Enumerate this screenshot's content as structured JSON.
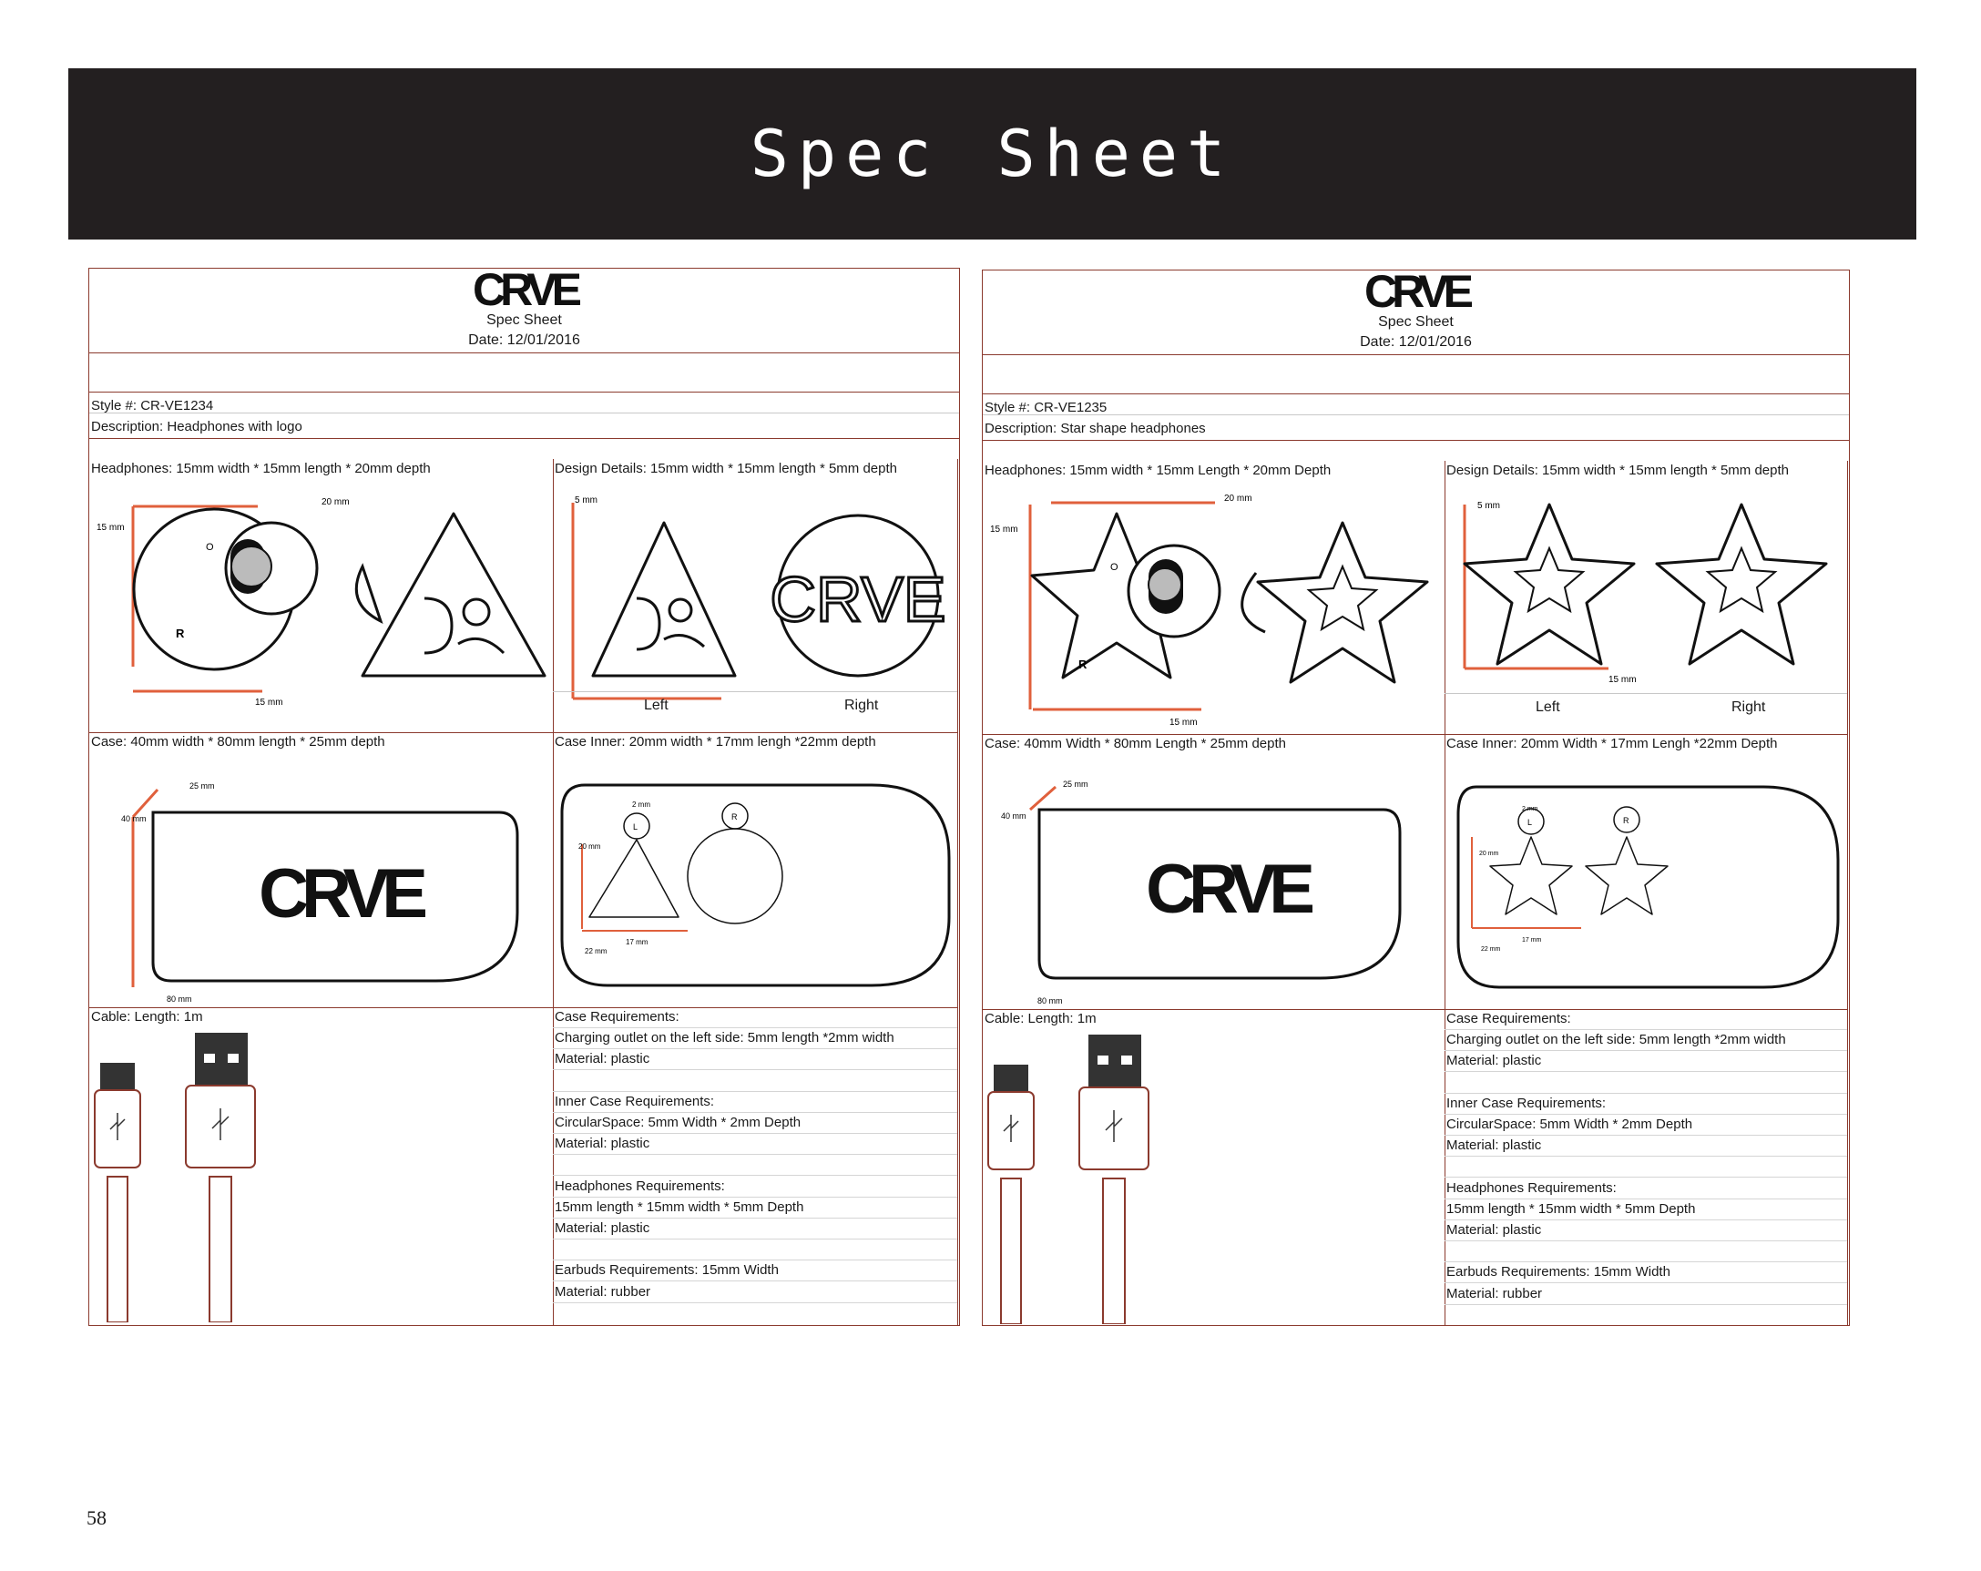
{
  "banner": {
    "title": "Spec Sheet"
  },
  "sheets": [
    {
      "brand": "CRVE",
      "subtitle": "Spec Sheet",
      "date": "Date: 12/01/2016",
      "style": "Style #: CR-VE1234",
      "description": "Description: Headphones with logo",
      "headphones": "Headphones: 15mm width * 15mm length * 20mm depth",
      "design_details": "Design Details: 15mm width * 15mm length * 5mm depth",
      "left_label": "Left",
      "right_label": "Right",
      "case": "Case:  40mm width * 80mm length * 25mm depth",
      "case_inner": "Case Inner: 20mm width * 17mm lengh *22mm depth",
      "cable": "Cable: Length: 1m",
      "dims": {
        "w20": "20 mm",
        "h15": "15 mm",
        "b15": "15 mm",
        "d5": "5 mm",
        "d40": "40 mm",
        "d80": "80 mm",
        "d25": "25 mm",
        "i2": "2 mm",
        "i20": "20 mm",
        "i17": "17 mm",
        "i22": "22 mm"
      },
      "ear_labels": {
        "o": "O",
        "r": "R",
        "l": "L"
      },
      "requirements": [
        "Case Requirements:",
        "Charging outlet on the left side: 5mm length *2mm width",
        "Material: plastic",
        "",
        "Inner Case Requirements:",
        "CircularSpace: 5mm Width * 2mm Depth",
        "Material: plastic",
        "",
        "Headphones Requirements:",
        "15mm length * 15mm width * 5mm Depth",
        "Material: plastic",
        "",
        "Earbuds Requirements: 15mm Width",
        "Material: rubber"
      ]
    },
    {
      "brand": "CRVE",
      "subtitle": "Spec Sheet",
      "date": "Date: 12/01/2016",
      "style": "Style #: CR-VE1235",
      "description": "Description: Star shape headphones",
      "headphones": "Headphones: 15mm width * 15mm Length * 20mm Depth",
      "design_details": "Design Details:  15mm width * 15mm length * 5mm depth",
      "left_label": "Left",
      "right_label": "Right",
      "case": "Case: 40mm Width * 80mm Length * 25mm depth",
      "case_inner": "Case Inner: 20mm Width * 17mm Lengh *22mm Depth",
      "cable": "Cable: Length: 1m",
      "dims": {
        "w20": "20 mm",
        "h15": "15 mm",
        "b15": "15 mm",
        "d5": "5 mm",
        "d40": "40 mm",
        "d80": "80 mm",
        "d25": "25 mm",
        "i2": "2 mm",
        "i20": "20 mm",
        "i17": "17 mm",
        "i22": "22 mm"
      },
      "ear_labels": {
        "o": "O",
        "r": "R",
        "l": "L"
      },
      "requirements": [
        "Case Requirements:",
        "Charging outlet on the left side: 5mm length *2mm width",
        "Material: plastic",
        "",
        "Inner Case Requirements:",
        "CircularSpace: 5mm Width * 2mm Depth",
        "Material: plastic",
        "",
        "Headphones Requirements:",
        "15mm length * 15mm width * 5mm Depth",
        "Material: plastic",
        "",
        "Earbuds Requirements: 15mm Width",
        "Material: rubber"
      ]
    }
  ],
  "page_number": "58",
  "colors": {
    "banner": "#231f20",
    "accent": "#e0603c",
    "border": "#8b3a2e"
  }
}
